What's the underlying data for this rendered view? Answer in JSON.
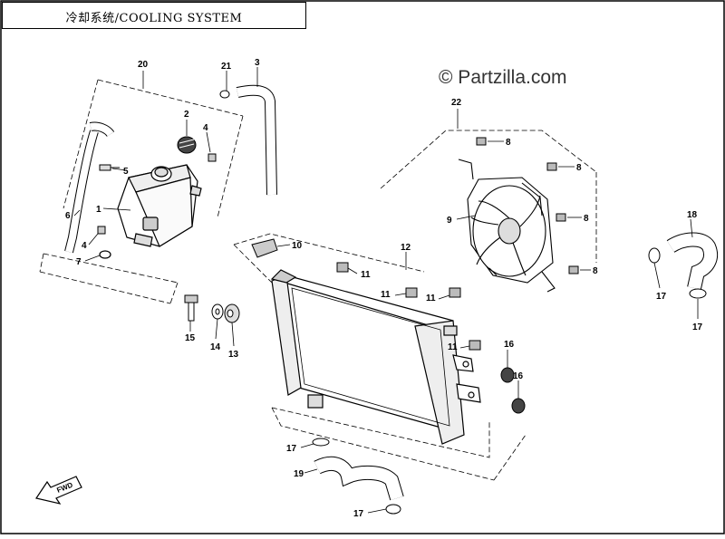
{
  "title": "冷却系统/COOLING SYSTEM",
  "watermark": "© Partzilla.com",
  "fwd_label": "FWD",
  "part_numbers": {
    "p1": "1",
    "p2": "2",
    "p3": "3",
    "p4a": "4",
    "p4b": "4",
    "p5": "5",
    "p6": "6",
    "p7": "7",
    "p8a": "8",
    "p8b": "8",
    "p8c": "8",
    "p8d": "8",
    "p9": "9",
    "p10": "10",
    "p11a": "11",
    "p11b": "11",
    "p11c": "11",
    "p11d": "11",
    "p12": "12",
    "p13": "13",
    "p14": "14",
    "p15": "15",
    "p16a": "16",
    "p16b": "16",
    "p17a": "17",
    "p17b": "17",
    "p17c": "17",
    "p17d": "17",
    "p18": "18",
    "p19": "19",
    "p20": "20",
    "p21": "21",
    "p22": "22"
  }
}
